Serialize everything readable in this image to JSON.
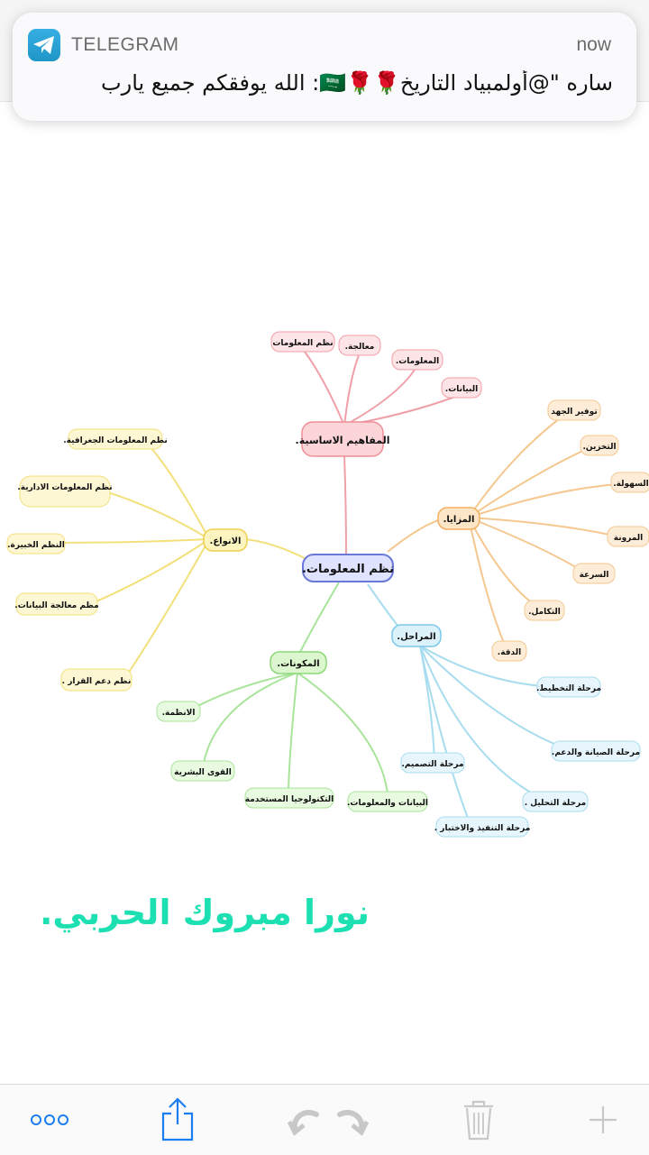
{
  "notification": {
    "app_name": "TELEGRAM",
    "time": "now",
    "message": "ساره \"@أولمبياد التاريخ🌹🌹🇸🇦: الله يوفقكم جميع يارب",
    "app_icon": "telegram-paper-plane-icon"
  },
  "mindmap": {
    "center": "نظم المعلومات.",
    "branches": {
      "concepts": {
        "label": "المفاهيم الاساسية.",
        "color": "#f0a0a8",
        "items": [
          "نظم المعلومات",
          "معالجة.",
          "المعلومات.",
          "البيانات."
        ]
      },
      "advantages": {
        "label": "المزايا.",
        "color": "#f5c890",
        "items": [
          "توفير الجهد",
          "التخزين.",
          "السهولة.",
          "المرونة",
          "السرعة",
          "التكامل.",
          "الدقة."
        ]
      },
      "types": {
        "label": "الانواع.",
        "color": "#f3e07a",
        "items": [
          "نظم المعلومات الجغرافية.",
          "نظم المعلومات الادارية.",
          "النظم الخبيرة.",
          "مظم معالجة البيانات.",
          "نظم دعم القرار ."
        ]
      },
      "components": {
        "label": "المكونات.",
        "color": "#a8e49a",
        "items": [
          "الانظمة.",
          "القوى البشرية",
          "التكنولوجيا المستخدمة",
          "البيانات والمعلومات."
        ]
      },
      "phases": {
        "label": "المراحل.",
        "color": "#a8dcef",
        "items": [
          "مرحلة التخطيط.",
          "مرحلة الصيانة والدعم.",
          "مرحلة التصميم.",
          "مرحلة التحليل .",
          "مرحلة التنفيذ والاختبار ."
        ]
      }
    }
  },
  "signature": "نورا مبروك الحربي.",
  "toolbar": {
    "more": "more-dots-icon",
    "share": "share-icon",
    "undo": "undo-icon",
    "redo": "redo-icon",
    "trash": "trash-icon",
    "add": "plus-icon"
  }
}
